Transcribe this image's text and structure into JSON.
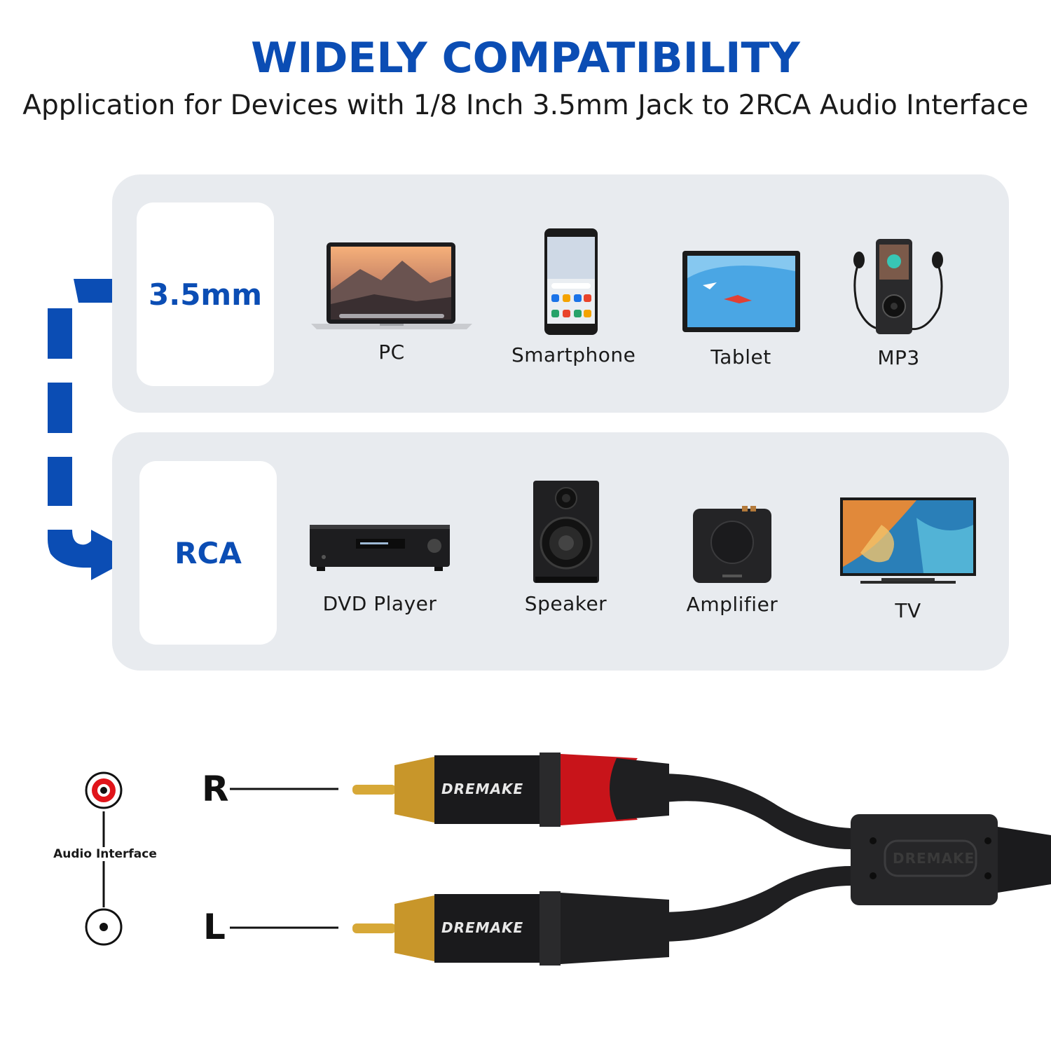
{
  "header": {
    "title": "WIDELY COMPATIBILITY",
    "subtitle": "Application for Devices with 1/8 Inch 3.5mm Jack to 2RCA Audio Interface"
  },
  "colors": {
    "accent": "#0b4db4",
    "panel": "#e8ebef",
    "red_ring": "#e0141a",
    "gold": "#d7a837"
  },
  "panels": {
    "source": {
      "tag": "3.5mm",
      "devices": [
        {
          "label": "PC",
          "icon": "laptop-icon"
        },
        {
          "label": "Smartphone",
          "icon": "smartphone-icon"
        },
        {
          "label": "Tablet",
          "icon": "tablet-icon"
        },
        {
          "label": "MP3",
          "icon": "mp3-player-icon"
        }
      ]
    },
    "target": {
      "tag": "RCA",
      "devices": [
        {
          "label": "DVD Player",
          "icon": "dvd-player-icon"
        },
        {
          "label": "Speaker",
          "icon": "speaker-icon"
        },
        {
          "label": "Amplifier",
          "icon": "amplifier-icon"
        },
        {
          "label": "TV",
          "icon": "tv-icon"
        }
      ]
    }
  },
  "cable": {
    "audio_interface_label": "Audio Interface",
    "right_label": "R",
    "left_label": "L",
    "brand": "DREMAKE"
  }
}
